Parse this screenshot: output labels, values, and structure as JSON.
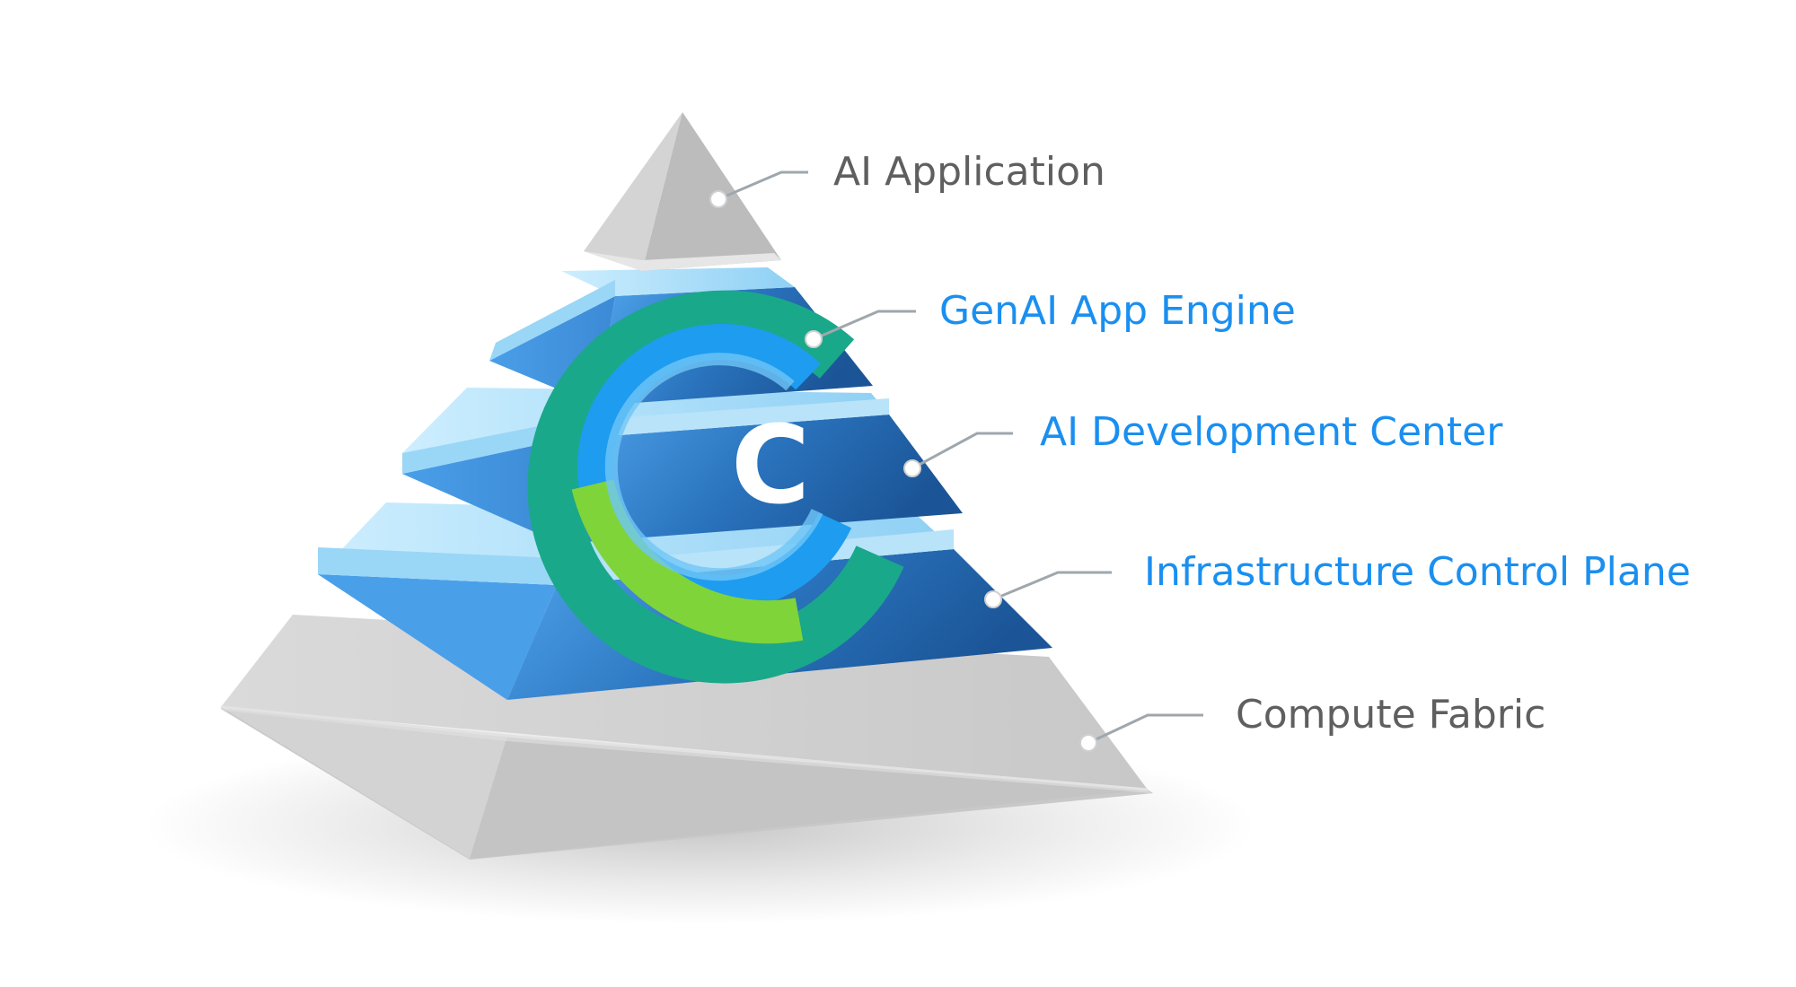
{
  "colors": {
    "label_gray": "#5f5f5f",
    "label_blue": "#1a8ff0",
    "tier_blue_light": "#4a9ee8",
    "tier_blue_dark": "#1d5fa3",
    "tier_cap": "#a9dbf7",
    "tier_gray_light": "#dcdcdc",
    "tier_gray_dark": "#bdbdbd",
    "logo_teal": "#1aa88a",
    "logo_cyan": "#1e9cf0",
    "logo_lime": "#7fd43a"
  },
  "layers": [
    {
      "label": "AI Application",
      "color_key": "label_gray"
    },
    {
      "label": "GenAI App Engine",
      "color_key": "label_blue"
    },
    {
      "label": "AI Development Center",
      "color_key": "label_blue"
    },
    {
      "label": "Infrastructure Control Plane",
      "color_key": "label_blue"
    },
    {
      "label": "Compute Fabric",
      "color_key": "label_gray"
    }
  ],
  "logo": {
    "letter": "C",
    "icon": "c-ring-logo-icon"
  }
}
